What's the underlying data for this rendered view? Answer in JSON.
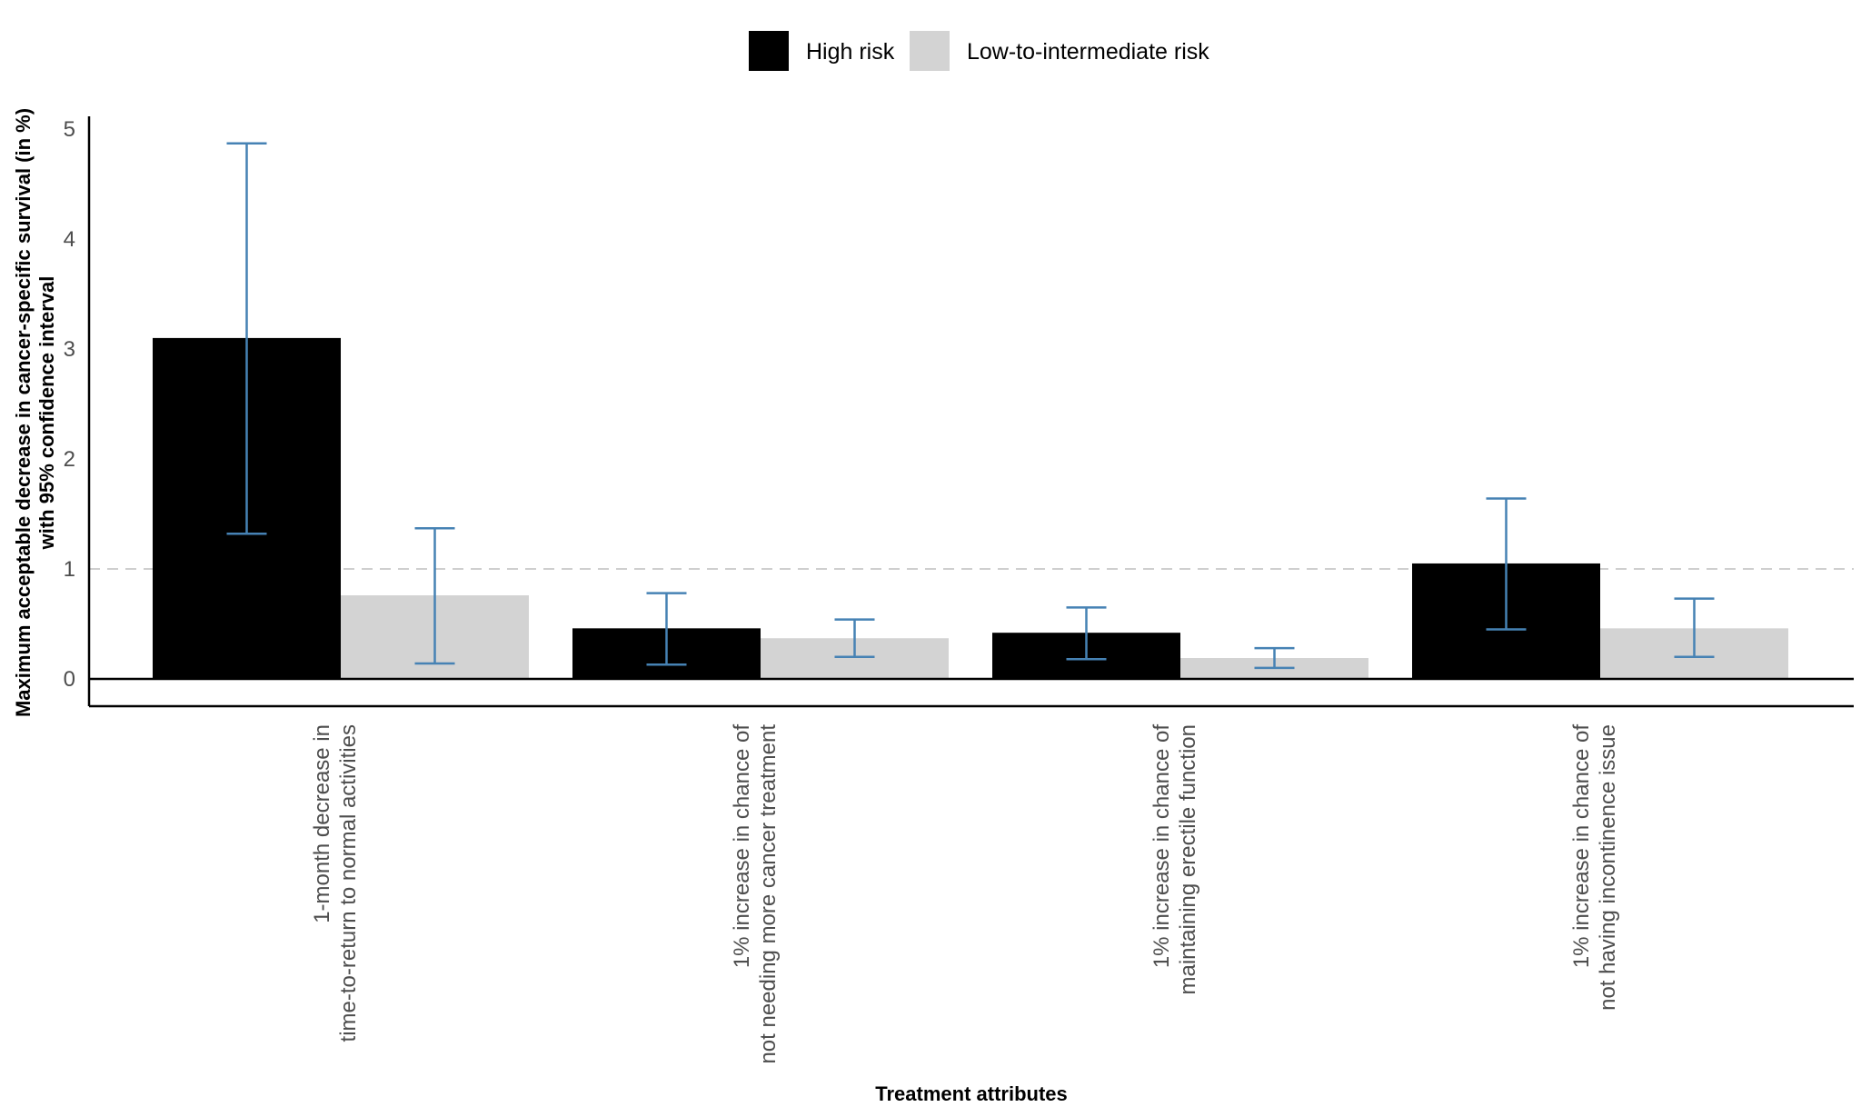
{
  "chart_data": {
    "type": "bar",
    "xlabel": "Treatment attributes",
    "ylabel_lines": [
      "Maximum acceptable decrease in cancer-specific survival (in %)",
      "with 95% confidence interval"
    ],
    "ylim": [
      0,
      5
    ],
    "yticks": [
      "0",
      "1",
      "2",
      "3",
      "4",
      "5"
    ],
    "reference_line": 1,
    "legend_position": "top",
    "categories": [
      [
        "1-month decrease in",
        "time-to-return to normal activities"
      ],
      [
        "1% increase in chance of",
        "not needing more cancer treatment"
      ],
      [
        "1% increase in chance of",
        "maintaining erectile function"
      ],
      [
        "1% increase in chance of",
        "not having incontinence issue"
      ]
    ],
    "series": [
      {
        "name": "High risk",
        "color": "#000000",
        "values": [
          3.1,
          0.46,
          0.42,
          1.05
        ],
        "ci_low": [
          1.32,
          0.13,
          0.18,
          0.45
        ],
        "ci_high": [
          4.87,
          0.78,
          0.65,
          1.64
        ]
      },
      {
        "name": "Low-to-intermediate risk",
        "color": "#d3d3d3",
        "values": [
          0.76,
          0.37,
          0.19,
          0.46
        ],
        "ci_low": [
          0.14,
          0.2,
          0.1,
          0.2
        ],
        "ci_high": [
          1.37,
          0.54,
          0.28,
          0.73
        ]
      }
    ],
    "errorbar_color": "#4682b4",
    "grid": false
  }
}
